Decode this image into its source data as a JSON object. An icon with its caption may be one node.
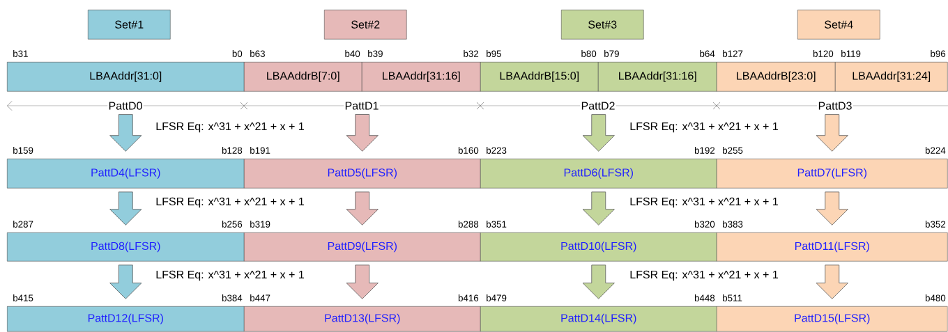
{
  "diagram": {
    "nodes": [
      {
        "text": [
          "Set#1"
        ]
      },
      {
        "text": [
          "Set#2"
        ]
      },
      {
        "text": [
          "Set#3"
        ]
      },
      {
        "text": [
          "Set#4"
        ]
      },
      {
        "text": [
          "LBAAddr[31:0]"
        ],
        "beside": [
          "b31",
          "b0"
        ]
      },
      {
        "text": [
          "LBAAddrB[7:0]"
        ],
        "beside": [
          "b63",
          "b40"
        ]
      },
      {
        "text": [
          "LBAAddr[31:16]"
        ],
        "beside": [
          "b39",
          "b32"
        ]
      },
      {
        "text": [
          "LBAAddrB[15:0]"
        ],
        "beside": [
          "b95",
          "b80"
        ]
      },
      {
        "text": [
          "LBAAddr[31:16]"
        ],
        "beside": [
          "b79",
          "b64"
        ]
      },
      {
        "text": [
          "LBAAddrB[23:0]"
        ],
        "beside": [
          "b127",
          "b120"
        ]
      },
      {
        "text": [
          "LBAAddr[31:24]"
        ],
        "beside": [
          "b119",
          "b96"
        ]
      },
      {
        "text": [
          "PattD0"
        ]
      },
      {
        "text": [
          "PattD1"
        ]
      },
      {
        "text": [
          "PattD2"
        ]
      },
      {
        "text": [
          "PattD3"
        ]
      },
      {
        "text": [
          "PattD4(LFSR)"
        ],
        "beside": [
          "b159",
          "b128"
        ]
      },
      {
        "text": [
          "PattD5(LFSR)"
        ],
        "beside": [
          "b191",
          "b160"
        ]
      },
      {
        "text": [
          "PattD6(LFSR)"
        ],
        "beside": [
          "b223",
          "b192"
        ]
      },
      {
        "text": [
          "PattD7(LFSR)"
        ],
        "beside": [
          "b255",
          "b224"
        ]
      },
      {
        "text": [
          "PattD8(LFSR)"
        ],
        "beside": [
          "b287",
          "b256"
        ]
      },
      {
        "text": [
          "PattD9(LFSR)"
        ],
        "beside": [
          "b319",
          "b288"
        ]
      },
      {
        "text": [
          "PattD10(LFSR)"
        ],
        "beside": [
          "b351",
          "b320"
        ]
      },
      {
        "text": [
          "PattD11(LFSR)"
        ],
        "beside": [
          "b383",
          "b352"
        ]
      },
      {
        "text": [
          "PattD12(LFSR)"
        ],
        "beside": [
          "b415",
          "b384"
        ]
      },
      {
        "text": [
          "PattD13(LFSR)"
        ],
        "beside": [
          "b447",
          "b416"
        ]
      },
      {
        "text": [
          "PattD14(LFSR)"
        ],
        "beside": [
          "b479",
          "b448"
        ]
      },
      {
        "text": [
          "PattD15(LFSR)"
        ],
        "beside": [
          "b511",
          "b480"
        ]
      }
    ],
    "edges": [
      {
        "from": 11,
        "to": 15,
        "arrow": "to",
        "color": "#92cddc"
      },
      {
        "from": 12,
        "to": 16,
        "arrow": "to",
        "color": "#e6b9b8"
      },
      {
        "from": 13,
        "to": 17,
        "arrow": "to",
        "color": "#c3d69b"
      },
      {
        "from": 14,
        "to": 18,
        "arrow": "to",
        "color": "#fcd5b5"
      },
      {
        "from": 15,
        "to": 19,
        "arrow": "to",
        "color": "#92cddc"
      },
      {
        "from": 16,
        "to": 20,
        "arrow": "to",
        "color": "#e6b9b8"
      },
      {
        "from": 17,
        "to": 21,
        "arrow": "to",
        "color": "#c3d69b"
      },
      {
        "from": 18,
        "to": 22,
        "arrow": "to",
        "color": "#fcd5b5"
      },
      {
        "from": 19,
        "to": 23,
        "arrow": "to",
        "color": "#92cddc"
      },
      {
        "from": 20,
        "to": 24,
        "arrow": "to",
        "color": "#e6b9b8"
      },
      {
        "from": 21,
        "to": 25,
        "arrow": "to",
        "color": "#c3d69b"
      },
      {
        "from": 22,
        "to": 26,
        "arrow": "to",
        "color": "#fcd5b5"
      }
    ],
    "labels": [
      "LFSR Eq: x^31 + x^21 + x + 1",
      "LFSR Eq: x^31 + x^21 + x + 1",
      "LFSR Eq: x^31 + x^21 + x + 1",
      "LFSR Eq: x^31 + x^21 + x + 1",
      "LFSR Eq: x^31 + x^21 + x + 1",
      "LFSR Eq: x^31 + x^21 + x + 1"
    ]
  }
}
